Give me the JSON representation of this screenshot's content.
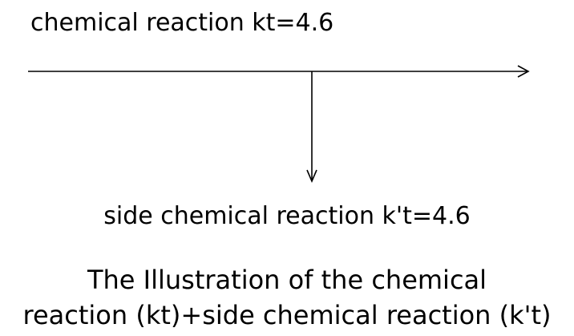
{
  "diagram": {
    "main_reaction_label": "chemical reaction kt=4.6",
    "side_reaction_label": "side chemical reaction k't=4.6",
    "caption_line_1": "The Illustration of the chemical",
    "caption_line_2": "reaction (kt)+side chemical reaction (k't)",
    "stroke_color": "#000000",
    "background_color": "#ffffff",
    "edges": [
      {
        "from": "main-reaction",
        "to": "main-product",
        "direction": "right"
      },
      {
        "from": "main-reaction",
        "to": "side-reaction",
        "direction": "down"
      }
    ]
  }
}
